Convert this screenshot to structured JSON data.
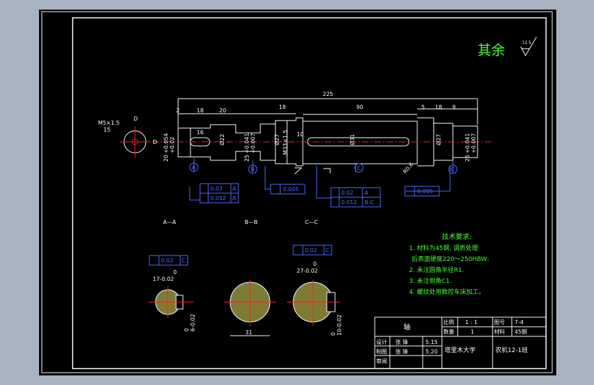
{
  "colors": {
    "background": "#a8b3c1",
    "canvas": "#000000",
    "line": "#ffffff",
    "blue": "#4f6bff",
    "green": "#46ff2f",
    "red": "#ff2020",
    "yellow": "#e8e060"
  },
  "roughness": {
    "label": "其余",
    "value": "12.5"
  },
  "dims": {
    "total": "225",
    "d2": "2",
    "d18a": "18",
    "d20": "20",
    "d18b": "18",
    "d90": "90",
    "d5": "5",
    "d18c": "18",
    "d9": "9",
    "d16": "16",
    "d10": "10",
    "phi22": "Ø22",
    "phi27": "Ø27",
    "phi31": "Ø31",
    "phi27b": "Ø27",
    "thread": "M33×1.5",
    "tol_a1": "+0.054",
    "tol_a2": "+0.02",
    "base_a": "20",
    "tol_b1": "+0.041",
    "tol_b2": "+0.007",
    "base_b": "25",
    "tol_c1": "+0.041",
    "tol_c2": "+0.007",
    "base_c": "25",
    "r6": "R0.6"
  },
  "thread_note": {
    "t1": "M5×1.5",
    "t2": "15",
    "d_lbl": "D"
  },
  "datums": {
    "A": "A",
    "B": "B",
    "C": "C"
  },
  "tolerances": {
    "t1a": "0.03",
    "t1a_ref": "A",
    "t1b": "0.012",
    "t1b_ref": "A",
    "t2": "0.005",
    "t3a": "0.02",
    "t3a_ref": "A",
    "t3b": "0.012",
    "t3b_ref": "B-C",
    "t4": "0.005"
  },
  "sections": {
    "aa": "A—A",
    "bb": "B—B",
    "cc": "C—C",
    "aa_tol": "0.02",
    "aa_ref": "C",
    "aa_w": "17-0.02",
    "aa_w0": "0",
    "aa_h": "6-0.02",
    "aa_h0": "0",
    "bb_w": "31",
    "cc_tol": "0.02",
    "cc_ref": "C",
    "cc_w": "27-0.02",
    "cc_w0": "0",
    "cc_h": "10-0.02",
    "cc_h0": "0"
  },
  "tech": {
    "title": "技术要求:",
    "l1": "1. 材料为45钢, 调质处理",
    "l2": "后表面硬度220～250HBW;",
    "l3": "2. 未注圆角半径R1.",
    "l4": "3. 未注倒角C1.",
    "l5": "4. 螺纹处用数控车床加工。"
  },
  "title_block": {
    "part": "轴",
    "scale_lbl": "比例",
    "scale": "1 : 1",
    "drawing_no_lbl": "图号",
    "drawing_no": "7-4",
    "qty_lbl": "数量",
    "qty": "1",
    "material_lbl": "材料",
    "material": "45钢",
    "design_lbl": "设计",
    "design_name": "张 锋",
    "design_date": "5.15",
    "draw_lbl": "制图",
    "draw_name": "张 锋",
    "draw_date": "5.20",
    "review_lbl": "审阅",
    "school": "塔里木大学",
    "class": "农机12-1班"
  }
}
